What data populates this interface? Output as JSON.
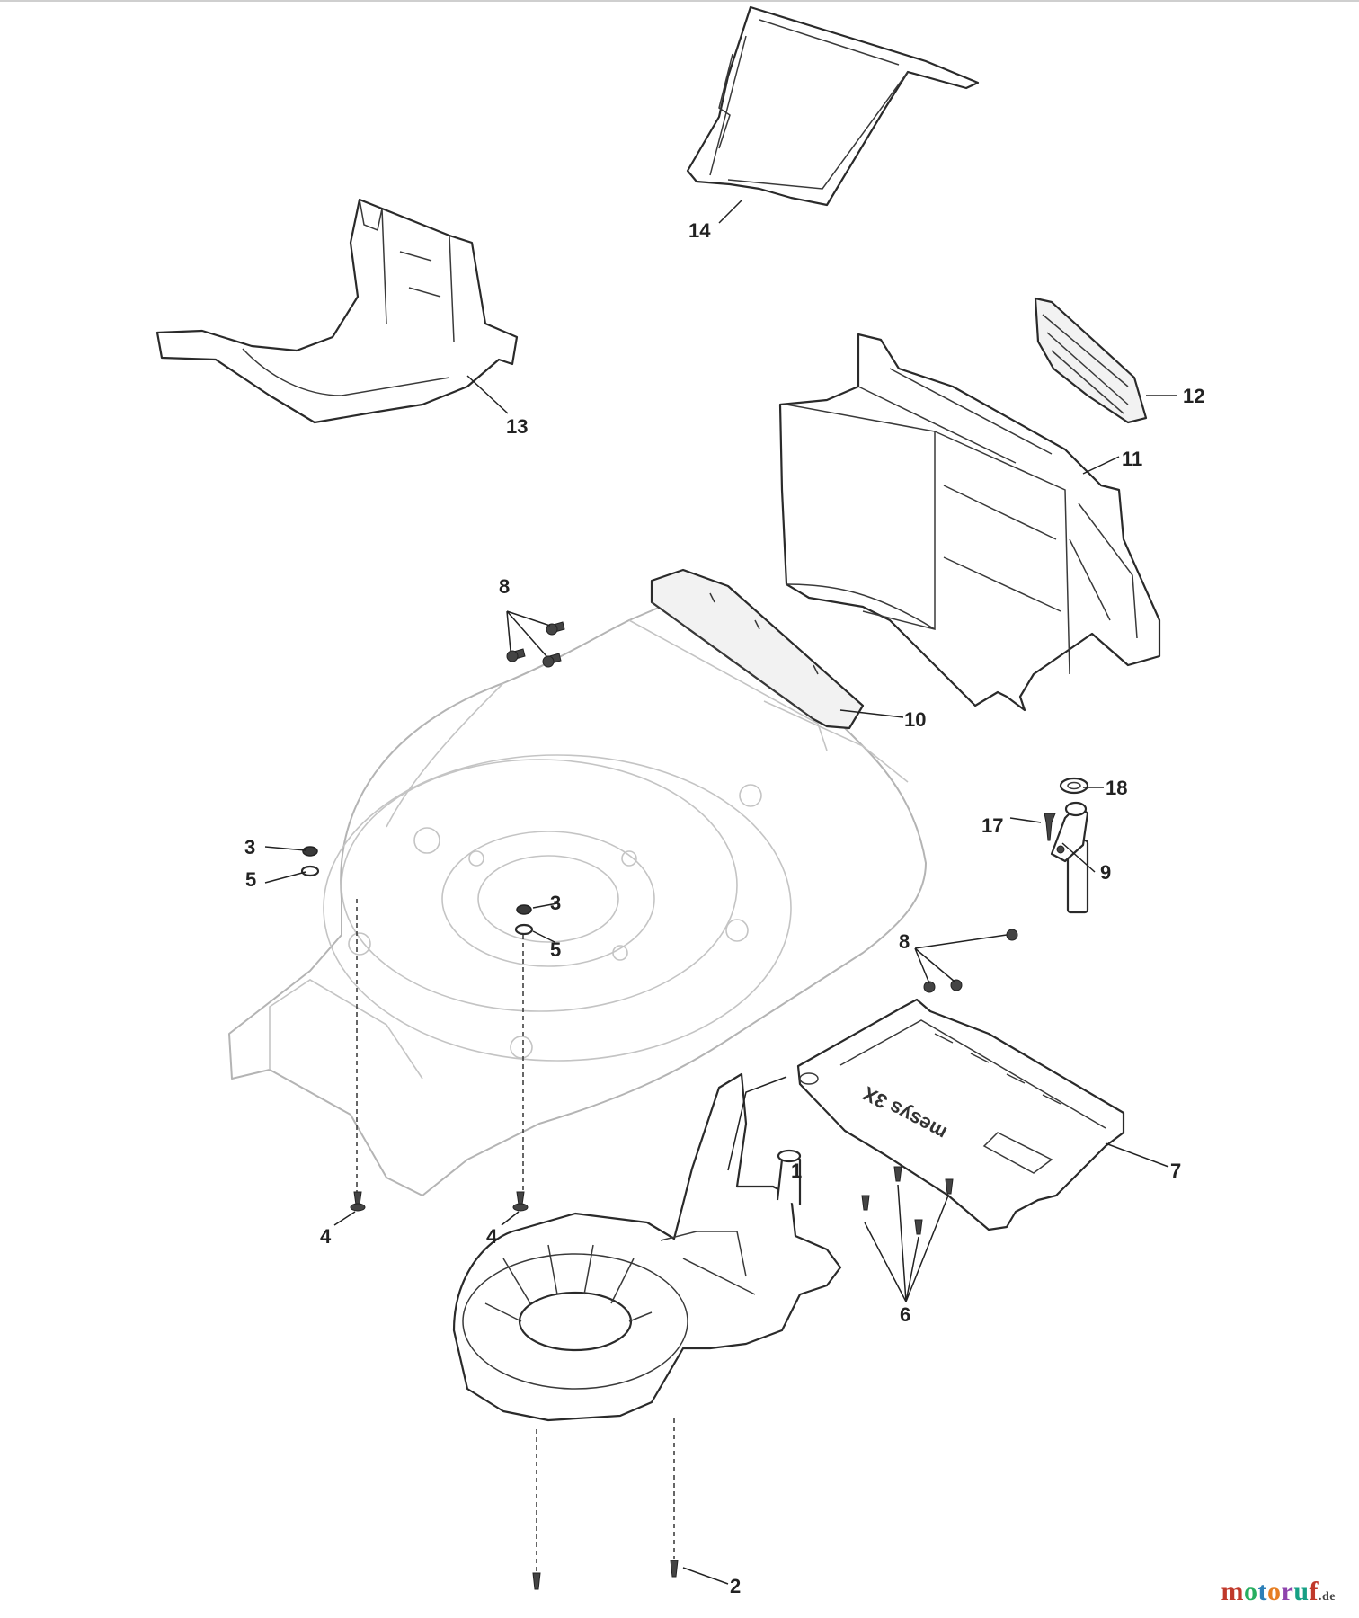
{
  "diagram": {
    "part_labels": {
      "p1": "1",
      "p2": "2",
      "p3a": "3",
      "p3b": "3",
      "p4a": "4",
      "p4b": "4",
      "p5a": "5",
      "p5b": "5",
      "p6": "6",
      "p7": "7",
      "p8a": "8",
      "p8b": "8",
      "p9": "9",
      "p10": "10",
      "p11": "11",
      "p12": "12",
      "p13": "13",
      "p14": "14",
      "p17": "17",
      "p18": "18"
    },
    "cover_marking": "mesys 3X"
  },
  "logo": {
    "parts": [
      {
        "text": "m",
        "color": "#c0392b"
      },
      {
        "text": "o",
        "color": "#27ae60"
      },
      {
        "text": "t",
        "color": "#2c7fb8"
      },
      {
        "text": "o",
        "color": "#e67e22"
      },
      {
        "text": "r",
        "color": "#8e44ad"
      },
      {
        "text": "u",
        "color": "#16a085"
      },
      {
        "text": "f",
        "color": "#c0392b"
      }
    ],
    "suffix": ".de"
  }
}
